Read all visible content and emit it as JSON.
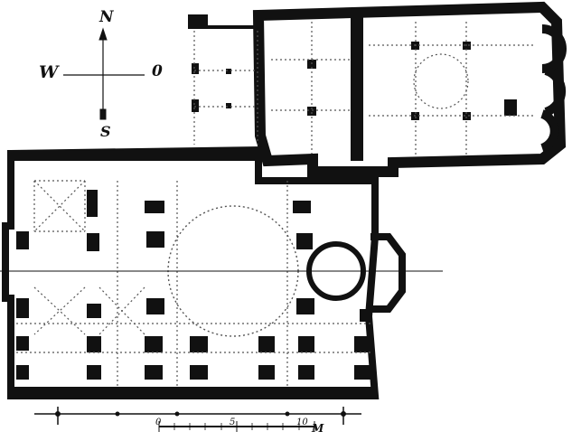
{
  "compass": {
    "north": "N",
    "west": "W",
    "east": "0",
    "south": "S"
  },
  "scale": {
    "tick_0": "0",
    "tick_5": "5",
    "tick_10": "10",
    "unit": "M"
  },
  "colors": {
    "ink": "#111111",
    "paper": "#ffffff",
    "dotted": "#555555"
  }
}
